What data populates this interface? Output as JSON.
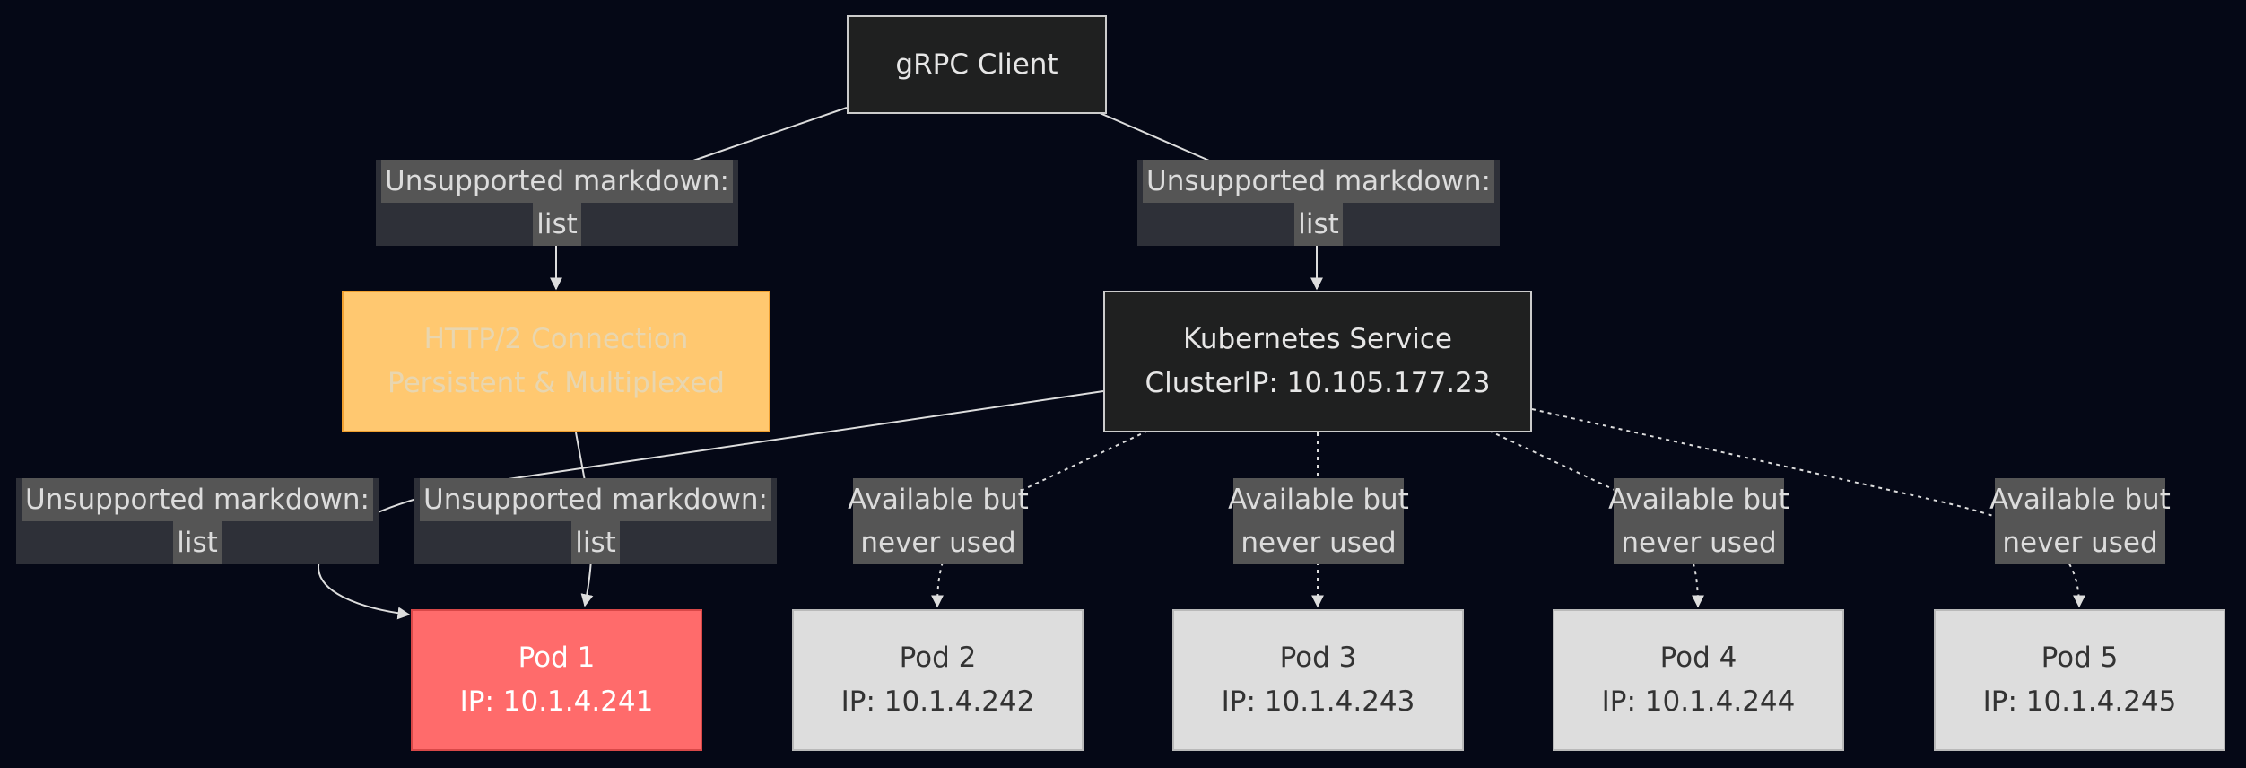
{
  "nodes": {
    "client": {
      "lines": [
        "gRPC Client"
      ]
    },
    "http2": {
      "lines": [
        "HTTP/2 Connection",
        "Persistent & Multiplexed"
      ]
    },
    "service": {
      "lines": [
        "Kubernetes Service",
        "ClusterIP: 10.105.177.23"
      ]
    },
    "pod1": {
      "lines": [
        "Pod 1",
        "IP: 10.1.4.241"
      ]
    },
    "pod2": {
      "lines": [
        "Pod 2",
        "IP: 10.1.4.242"
      ]
    },
    "pod3": {
      "lines": [
        "Pod 3",
        "IP: 10.1.4.243"
      ]
    },
    "pod4": {
      "lines": [
        "Pod 4",
        "IP: 10.1.4.244"
      ]
    },
    "pod5": {
      "lines": [
        "Pod 5",
        "IP: 10.1.4.245"
      ]
    }
  },
  "edge_labels": {
    "client_to_http2": [
      "Unsupported markdown:",
      "list"
    ],
    "client_to_service": [
      "Unsupported markdown:",
      "list"
    ],
    "service_to_pod1": [
      "Unsupported markdown:",
      "list"
    ],
    "http2_to_pod1": [
      "Unsupported markdown:",
      "list"
    ],
    "service_to_pod2": [
      "Available but",
      "never used"
    ],
    "service_to_pod3": [
      "Available but",
      "never used"
    ],
    "service_to_pod4": [
      "Available but",
      "never used"
    ],
    "service_to_pod5": [
      "Available but",
      "never used"
    ]
  },
  "colors": {
    "background": "#050816",
    "edge": "#dddddd",
    "http2_fill": "#ffc870",
    "pod1_fill": "#ff6b6b",
    "pod_idle_fill": "#dddddd",
    "dark_node_fill": "#1f2020"
  }
}
